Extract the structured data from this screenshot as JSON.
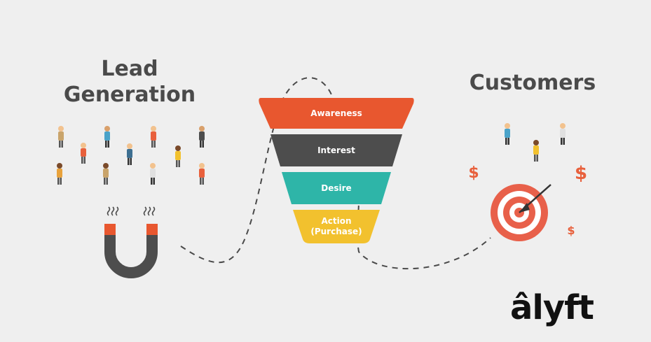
{
  "lead_generation": {
    "title_line1": "Lead",
    "title_line2": "Generation"
  },
  "customers": {
    "title": "Customers",
    "dollar_signs": [
      "$",
      "$",
      "$"
    ]
  },
  "funnel": {
    "stages": [
      {
        "label": "Awareness",
        "color": "#e8572f"
      },
      {
        "label": "Interest",
        "color": "#4d4d4d"
      },
      {
        "label": "Desire",
        "color": "#2eb5a8"
      },
      {
        "label_line1": "Action",
        "label_line2": "(Purchase)",
        "color": "#f2c12e"
      }
    ]
  },
  "brand": {
    "logo": "âlyft"
  },
  "colors": {
    "background": "#efefef",
    "accent": "#e8603c",
    "text": "#4a4a4a"
  },
  "icons": [
    "magnet-icon",
    "target-icon",
    "arrow-icon",
    "person-icon"
  ]
}
